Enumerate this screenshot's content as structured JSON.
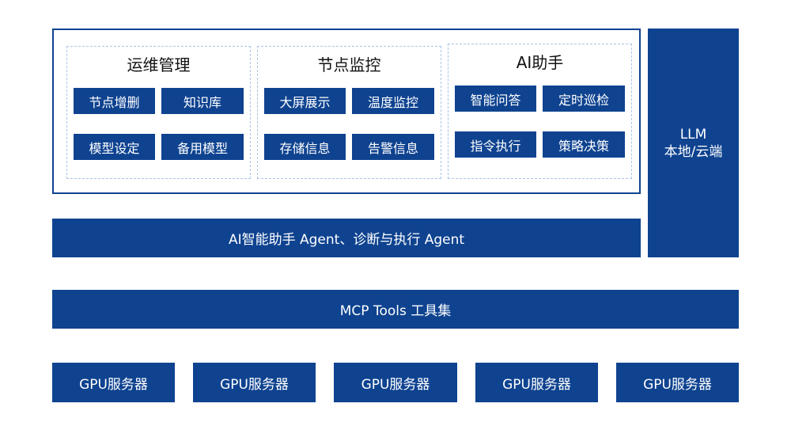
{
  "groups": [
    {
      "title": "运维管理",
      "buttons": [
        "节点增删",
        "知识库",
        "模型设定",
        "备用模型"
      ]
    },
    {
      "title": "节点监控",
      "buttons": [
        "大屏展示",
        "温度监控",
        "存储信息",
        "告警信息"
      ]
    },
    {
      "title": "AI助手",
      "buttons": [
        "智能问答",
        "定时巡检",
        "指令执行",
        "策略决策"
      ]
    }
  ],
  "llm": {
    "line1": "LLM",
    "line2": "本地/云端"
  },
  "agent_bar": "AI智能助手 Agent、诊断与执行 Agent",
  "mcp_bar": "MCP Tools 工具集",
  "gpu_servers": [
    "GPU服务器",
    "GPU服务器",
    "GPU服务器",
    "GPU服务器",
    "GPU服务器"
  ],
  "colors": {
    "primary": "#0f4390",
    "dashed_border": "#a9c4e6",
    "background": "#ffffff"
  }
}
